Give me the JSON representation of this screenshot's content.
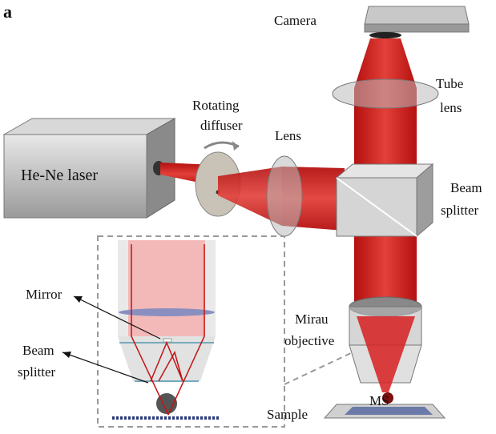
{
  "panel_label": "a",
  "labels": {
    "camera": "Camera",
    "tube_lens": [
      "Tube",
      "lens"
    ],
    "rotating_diffuser": [
      "Rotating",
      "diffuser"
    ],
    "lens": "Lens",
    "laser": "He-Ne laser",
    "beam_splitter": [
      "Beam",
      "splitter"
    ],
    "inset_mirror": "Mirror",
    "inset_beam_splitter": [
      "Beam",
      "splitter"
    ],
    "mirau_objective": [
      "Mirau",
      "objective"
    ],
    "ms": "MS",
    "sample": "Sample"
  },
  "colors": {
    "beam": "#d61f1f",
    "housing": "#9a9a9a",
    "inset_border": "#999999"
  }
}
